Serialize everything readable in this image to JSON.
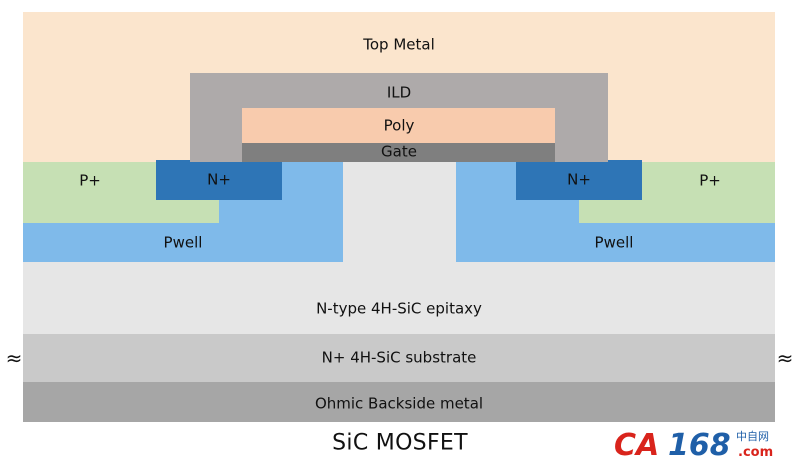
{
  "diagram": {
    "title": "SiC MOSFET",
    "layers": {
      "top_metal": "Top Metal",
      "ild": "ILD",
      "poly": "Poly",
      "gate": "Gate",
      "p_plus_left": "P+",
      "n_plus_left": "N+",
      "n_plus_right": "N+",
      "p_plus_right": "P+",
      "pwell_left": "Pwell",
      "pwell_right": "Pwell",
      "epitaxy": "N-type 4H-SiC epitaxy",
      "substrate": "N+ 4H-SiC substrate",
      "backside_metal": "Ohmic Backside metal"
    },
    "break_marks": {
      "left": "≈",
      "right": "≈"
    }
  },
  "watermark": {
    "letters": "CA",
    "digits": "168",
    "chinese": "中自网",
    "domain": ".com"
  },
  "colors": {
    "top_metal": "#fbe5cd",
    "ild": "#aeaaaa",
    "poly": "#f8cbad",
    "gate": "#7f7f7f",
    "p_plus": "#c6e0b4",
    "n_plus": "#2e75b6",
    "pwell": "#7fbaea",
    "epitaxy": "#e6e6e6",
    "substrate": "#c9c9c9",
    "backside_metal": "#a6a6a6",
    "logo_red": "#d9241c",
    "logo_blue": "#1f5fa8"
  }
}
